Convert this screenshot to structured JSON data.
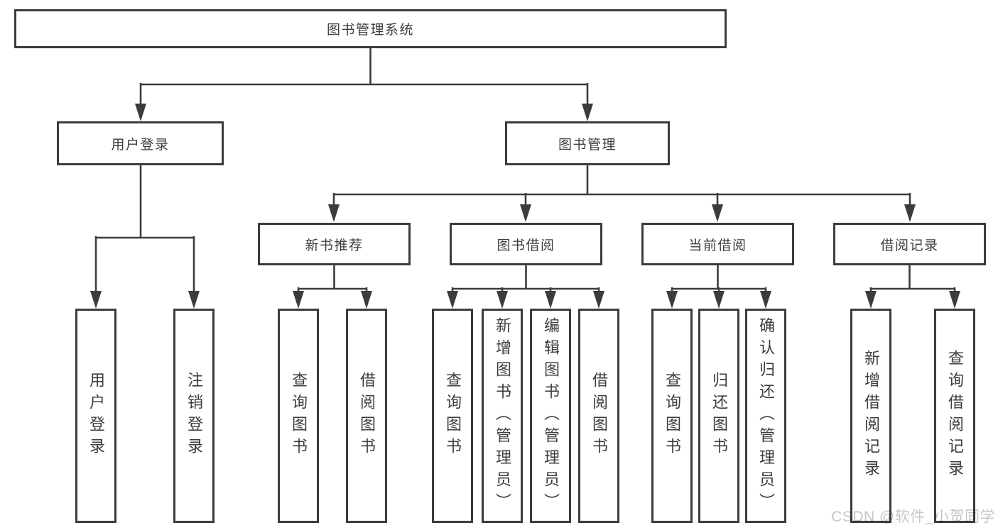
{
  "tree": {
    "label": "图书管理系统",
    "children": [
      {
        "label": "用户登录",
        "children": [
          {
            "label": "用户登录"
          },
          {
            "label": "注销登录"
          }
        ]
      },
      {
        "label": "图书管理",
        "children": [
          {
            "label": "新书推荐",
            "children": [
              {
                "label": "查询图书"
              },
              {
                "label": "借阅图书"
              }
            ]
          },
          {
            "label": "图书借阅",
            "children": [
              {
                "label": "查询图书"
              },
              {
                "label": "新增图书（管理员）"
              },
              {
                "label": "编辑图书（管理员）"
              },
              {
                "label": "借阅图书"
              }
            ]
          },
          {
            "label": "当前借阅",
            "children": [
              {
                "label": "查询图书"
              },
              {
                "label": "归还图书"
              },
              {
                "label": "确认归还（管理员）"
              }
            ]
          },
          {
            "label": "借阅记录",
            "children": [
              {
                "label": "新增借阅记录"
              },
              {
                "label": "查询借阅记录"
              }
            ]
          }
        ]
      }
    ]
  },
  "watermark": {
    "text": "CSDN @软件_小贺同学"
  },
  "colors": {
    "line": "#3c3c3c",
    "text": "#3d3d3d",
    "watermark": "#c6c6c6",
    "background": "#ffffff"
  }
}
